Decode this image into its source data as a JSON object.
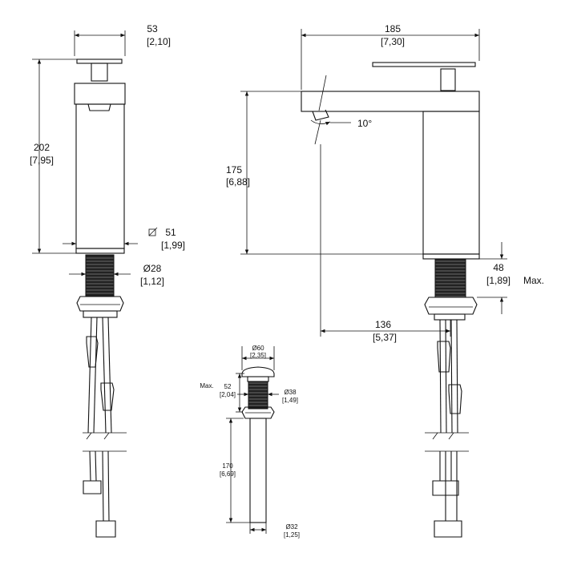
{
  "dimensions": {
    "front_width": {
      "mm": "53",
      "in": "[2,10]"
    },
    "front_height": {
      "mm": "202",
      "in": "[7,95]"
    },
    "body_square": {
      "mm": "51",
      "in": "[1,99]"
    },
    "shank_diameter": {
      "mm": "Ø28",
      "in": "[1,12]"
    },
    "side_length": {
      "mm": "185",
      "in": "[7,30]"
    },
    "side_height": {
      "mm": "175",
      "in": "[6,88]"
    },
    "spout_angle": {
      "value": "10°"
    },
    "deck_thickness": {
      "mm": "48",
      "in": "[1,89]",
      "note": "Max."
    },
    "reach": {
      "mm": "136",
      "in": "[5,37]"
    },
    "drain_top_dia": {
      "mm": "Ø60",
      "in": "[2,35]"
    },
    "drain_flange": {
      "mm": "52",
      "in": "[2,04]",
      "note": "Max."
    },
    "drain_shank_dia": {
      "mm": "Ø38",
      "in": "[1,49]"
    },
    "drain_length": {
      "mm": "170",
      "in": "[6,69]"
    },
    "drain_tail_dia": {
      "mm": "Ø32",
      "in": "[1,25]"
    }
  },
  "colors": {
    "line": "#111111",
    "background": "#ffffff"
  }
}
